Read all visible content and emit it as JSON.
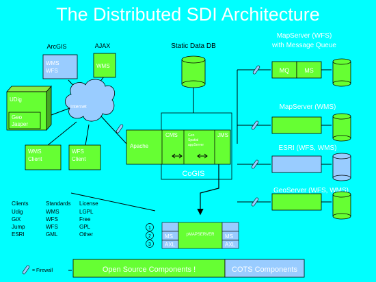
{
  "title": "The Distributed SDI Architecture",
  "clients": {
    "arcgis_label": "ArcGIS",
    "arcgis_line1": "WMS",
    "arcgis_line2": "WFS",
    "ajax_label": "AJAX",
    "ajax_box": "WMS",
    "udig": "UDig",
    "geojasper_line1": "Geo",
    "geojasper_line2": "Jasper",
    "internet": "Internet",
    "wms_client_line1": "WMS",
    "wms_client_line2": "Client",
    "wfs_client_line1": "WFS",
    "wfs_client_line2": "Client"
  },
  "static_db": "Static Data DB",
  "cogis": {
    "apache": "Apache",
    "cms": "CMS",
    "geo_line1": "Geo",
    "geo_line2": "Spatial",
    "geo_line3": "appServer",
    "jms": "JMS",
    "label": "CoGIS"
  },
  "servers": {
    "mapserver_wfs_line1": "MapServer (WFS)",
    "mapserver_wfs_line2": "with Message Queue",
    "mq": "MQ",
    "ms": "MS",
    "mapserver_wms": "MapServer (WMS)",
    "esri": "ESRI (WFS, WMS)",
    "geoserver": "GeoServer (WFS, WMS)"
  },
  "table": {
    "headers": [
      "Clients",
      "Standards",
      "License"
    ],
    "clients": [
      "Udig",
      "GiX",
      "Jump",
      "ESRI"
    ],
    "standards": [
      "WMS",
      "WFS",
      "WFS",
      "GML"
    ],
    "licenses": [
      "LGPL",
      "Free",
      "GPL",
      "Other"
    ]
  },
  "cluster": {
    "numbers": [
      "1",
      "2",
      "3"
    ],
    "center": "pMAPSERVER",
    "ms": "MS",
    "axl": "AXL"
  },
  "legend": {
    "firewall": "= Firewall",
    "open_source": "Open Source Components !",
    "cots": "COTS Components"
  },
  "colors": {
    "background": "#00ffff",
    "open_source": "#66ff33",
    "cots": "#99ccff"
  }
}
